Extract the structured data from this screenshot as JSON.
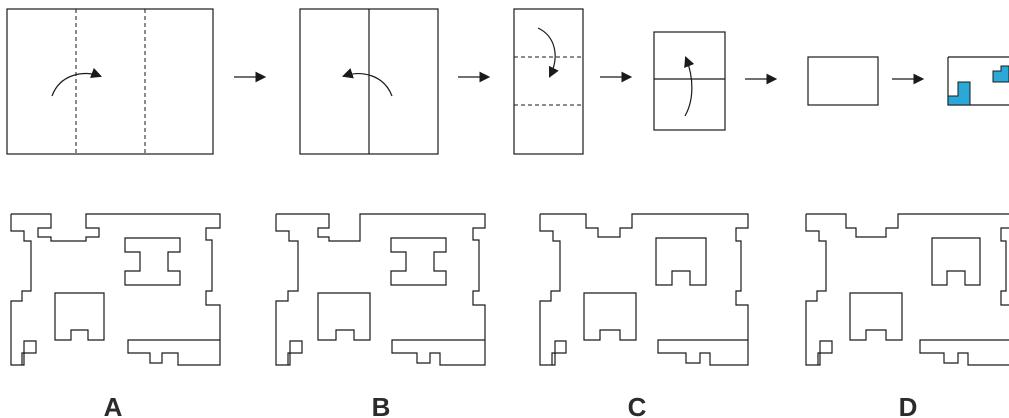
{
  "options": [
    {
      "letter": "A"
    },
    {
      "letter": "B"
    },
    {
      "letter": "C"
    },
    {
      "letter": "D"
    }
  ],
  "colors": {
    "line": "#1a1a1a",
    "cut_fill": "#2aa8d8",
    "label": "#2b2b2b",
    "background": "#ffffff"
  },
  "icons": [
    "fold-arrow-icon",
    "step-arrow-icon"
  ]
}
